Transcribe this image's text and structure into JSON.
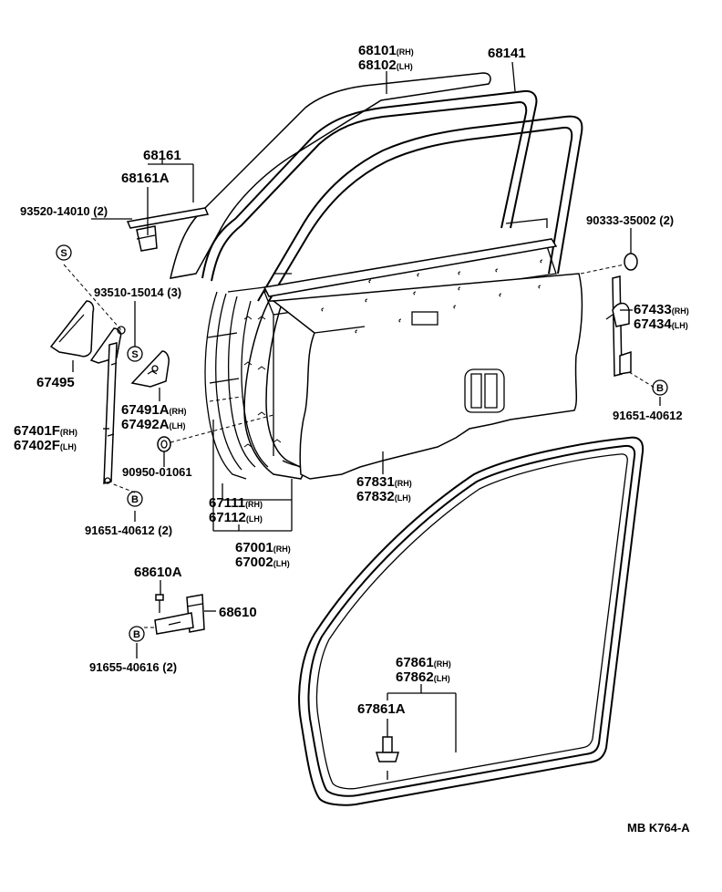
{
  "labels": {
    "p68101": "68101",
    "p68102": "68102",
    "p68141": "68141",
    "p68161": "68161",
    "p68161A": "68161A",
    "p93520": "93520-14010 (2)",
    "p93510": "93510-15014 (3)",
    "p90333": "90333-35002 (2)",
    "p67433": "67433",
    "p67434": "67434",
    "p91651_right": "91651-40612",
    "p67495": "67495",
    "p67491A": "67491A",
    "p67492A": "67492A",
    "p67401F": "67401F",
    "p67402F": "67402F",
    "p90950": "90950-01061",
    "p91651_left": "91651-40612 (2)",
    "p67111": "67111",
    "p67112": "67112",
    "p67001": "67001",
    "p67002": "67002",
    "p67831": "67831",
    "p67832": "67832",
    "p68610A": "68610A",
    "p68610": "68610",
    "p91655": "91655-40616 (2)",
    "p67861": "67861",
    "p67862": "67862",
    "p67861A": "67861A",
    "footer": "MB  K764-A"
  },
  "side": {
    "rh": "(RH)",
    "lh": "(LH)"
  },
  "markers": {
    "s": "S",
    "b": "B"
  }
}
